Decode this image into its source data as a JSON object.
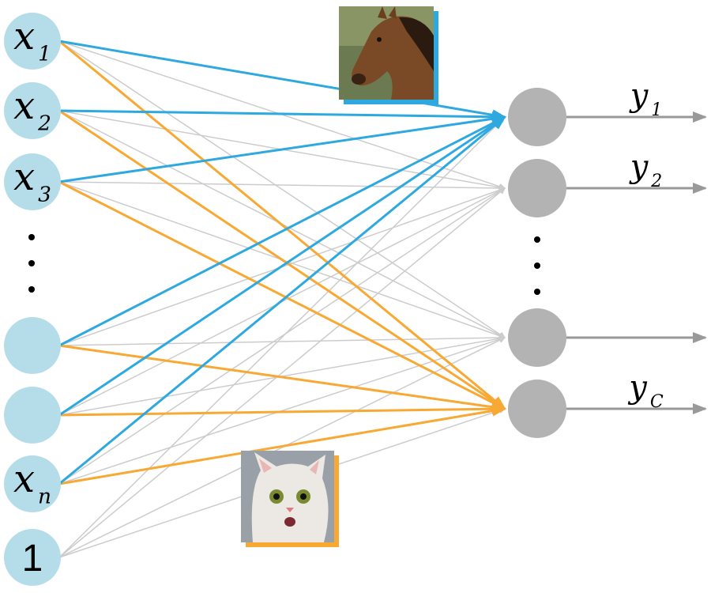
{
  "inputs": [
    {
      "label": "x",
      "sub": "1"
    },
    {
      "label": "x",
      "sub": "2"
    },
    {
      "label": "x",
      "sub": "3"
    },
    {
      "label": "",
      "sub": ""
    },
    {
      "label": "",
      "sub": ""
    },
    {
      "label": "x",
      "sub": "n"
    },
    {
      "label": "1",
      "sub": ""
    }
  ],
  "outputs": [
    {
      "label": "y",
      "sub": "1"
    },
    {
      "label": "y",
      "sub": "2"
    },
    {
      "label": "",
      "sub": ""
    },
    {
      "label": "y",
      "sub": "C"
    }
  ],
  "images": {
    "horse": "horse-photo",
    "cat": "cat-photo"
  },
  "colors": {
    "input_node": "#b5dde9",
    "output_node": "#b3b3b3",
    "horse_edges": "#2ea9e0",
    "cat_edges": "#f7a934",
    "other_edges": "#cccccc",
    "output_arrow": "#999999"
  }
}
